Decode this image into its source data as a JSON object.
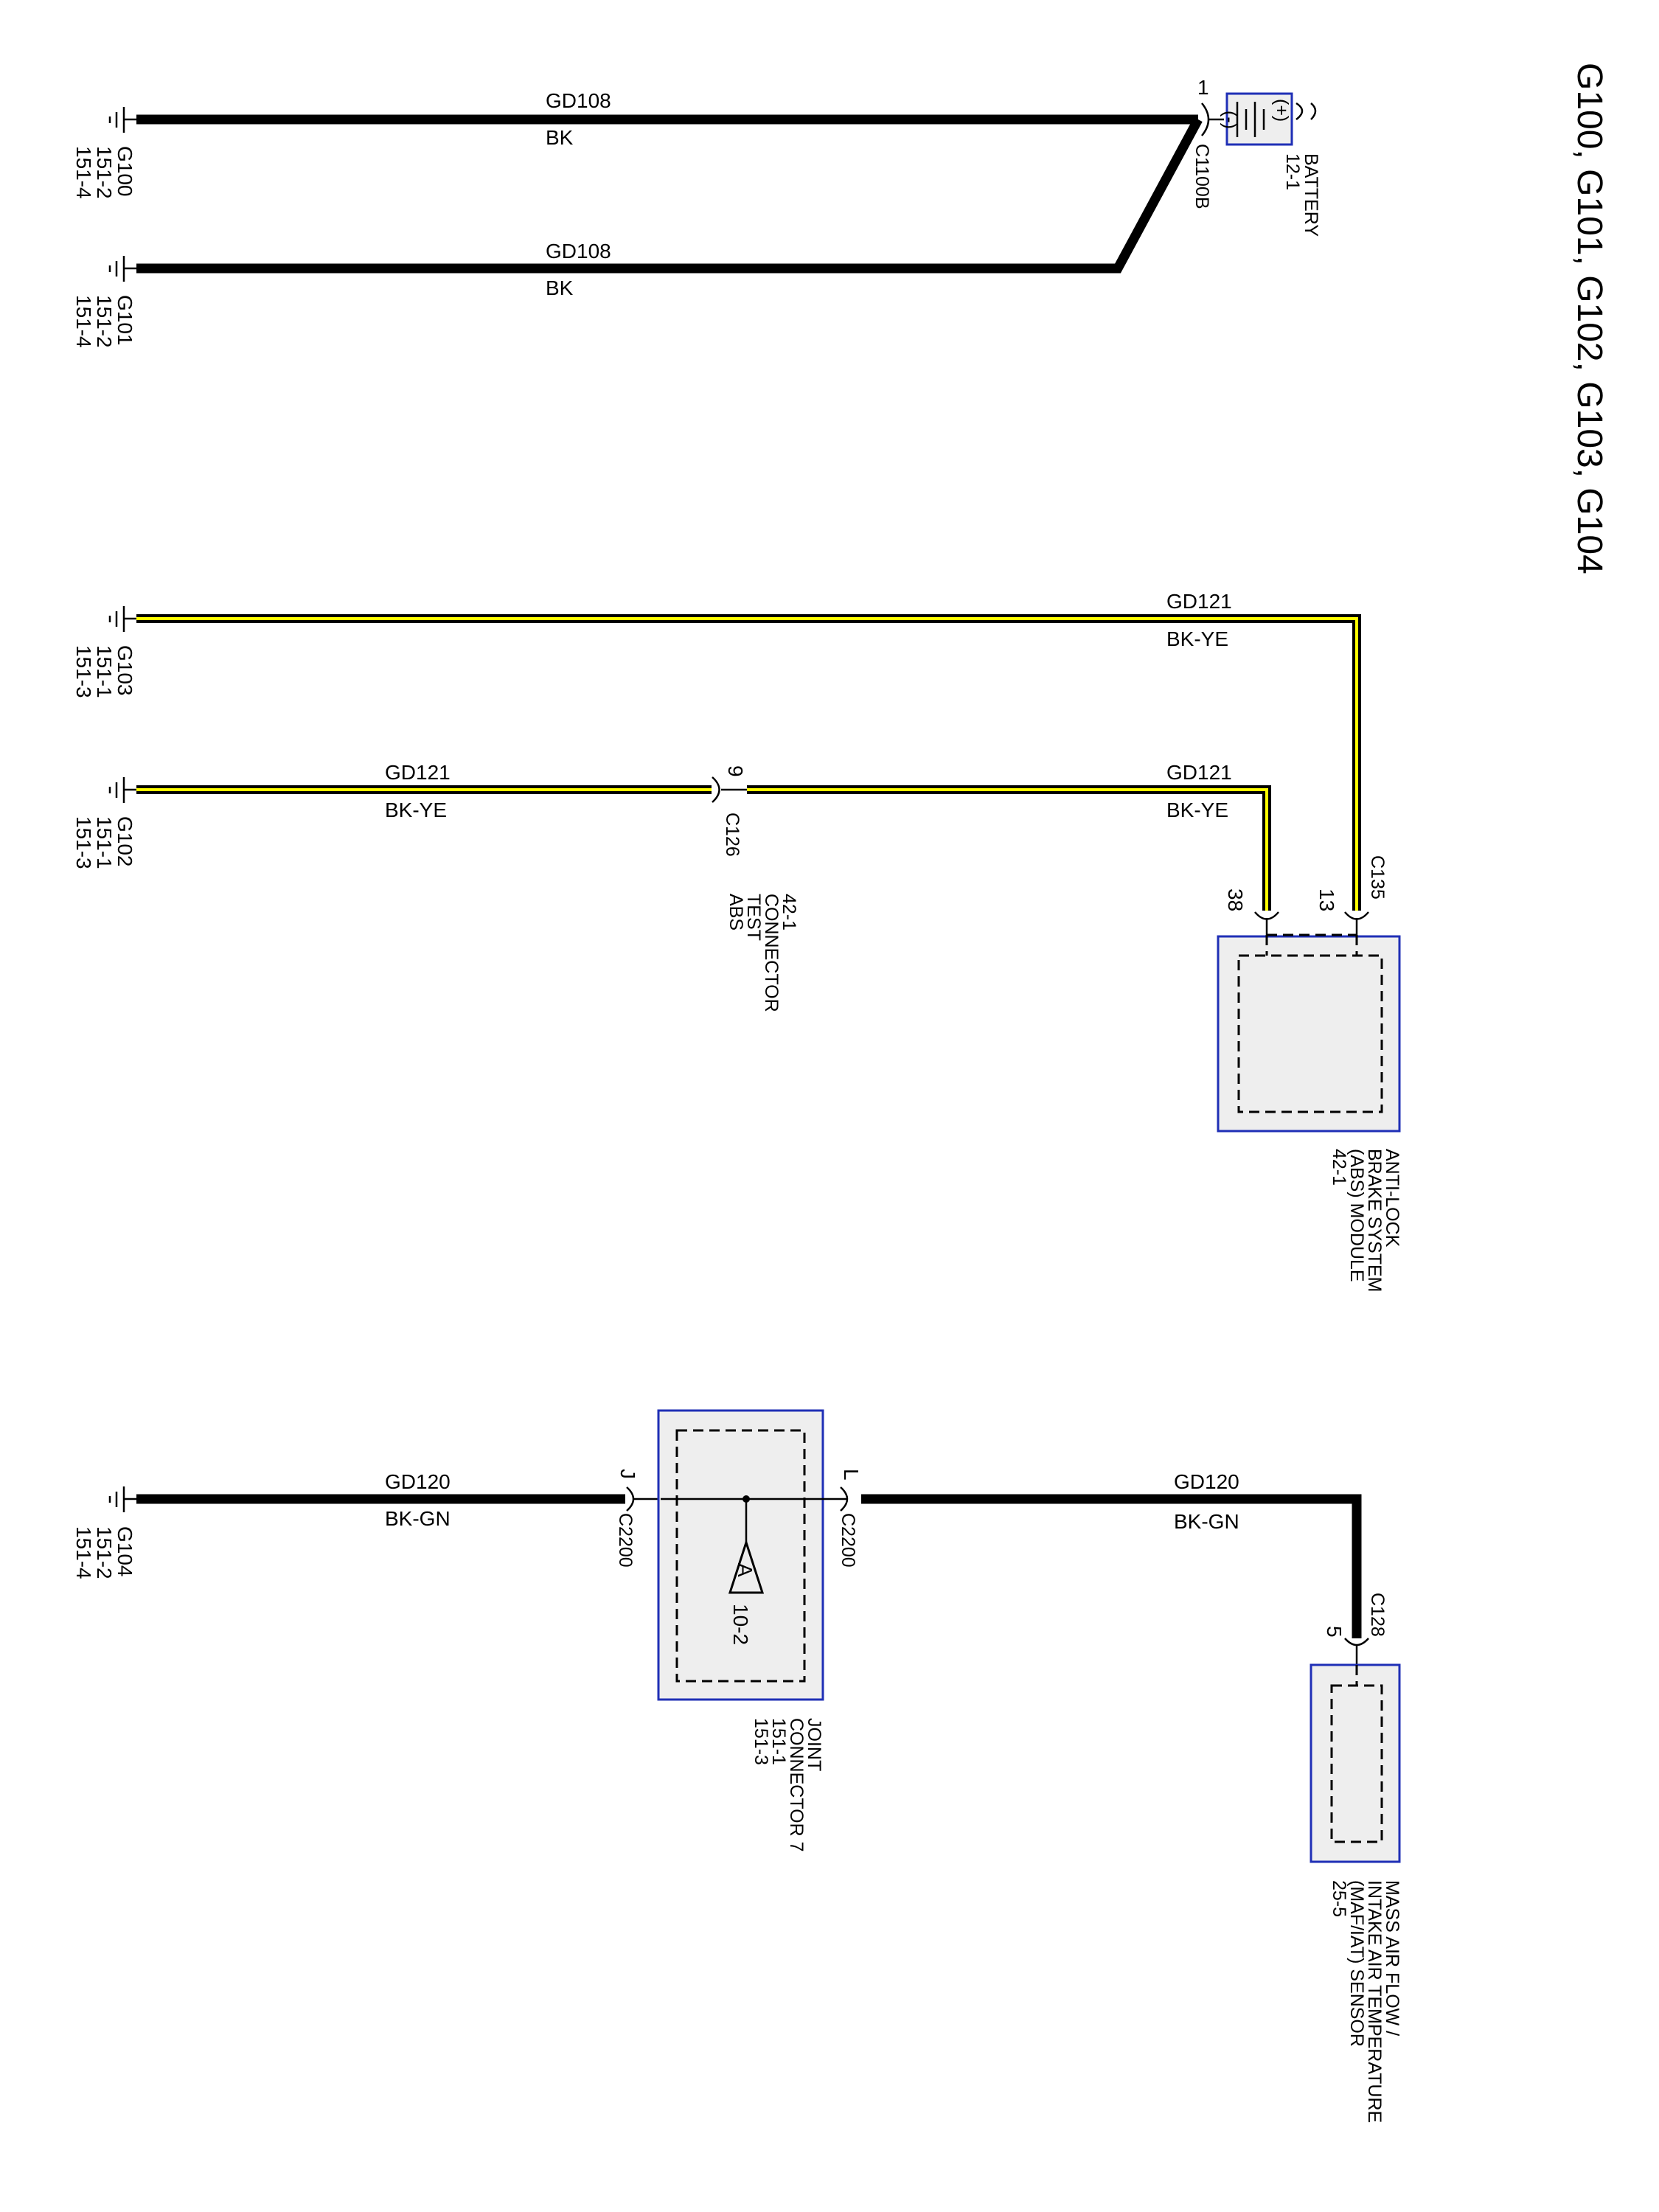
{
  "page_title": "G100, G101, G102, G103, G104",
  "grounds": {
    "g100": {
      "name": "G100",
      "ref1": "151-2",
      "ref2": "151-4"
    },
    "g101": {
      "name": "G101",
      "ref1": "151-2",
      "ref2": "151-4"
    },
    "g103": {
      "name": "G103",
      "ref1": "151-1",
      "ref2": "151-3"
    },
    "g102": {
      "name": "G102",
      "ref1": "151-1",
      "ref2": "151-3"
    },
    "g104": {
      "name": "G104",
      "ref1": "151-2",
      "ref2": "151-4"
    }
  },
  "wires": {
    "w1": {
      "circuit": "GD108",
      "color": "BK"
    },
    "w2": {
      "circuit": "GD108",
      "color": "BK"
    },
    "w3": {
      "circuit": "GD121",
      "color": "BK-YE"
    },
    "w4a": {
      "circuit": "GD121",
      "color": "BK-YE"
    },
    "w4b": {
      "circuit": "GD121",
      "color": "BK-YE"
    },
    "w5a": {
      "circuit": "GD120",
      "color": "BK-GN"
    },
    "w5b": {
      "circuit": "GD120",
      "color": "BK-GN"
    }
  },
  "connectors": {
    "c1100b": {
      "name": "C1100B",
      "pin": "1"
    },
    "c126": {
      "name": "C126",
      "pin": "9"
    },
    "c135": {
      "name": "C135",
      "pin_a": "38",
      "pin_b": "13"
    },
    "c2200_left": {
      "name": "C2200",
      "pin": "J"
    },
    "c2200_right": {
      "name": "C2200",
      "pin": "L"
    },
    "c128": {
      "name": "C128",
      "pin": "5"
    }
  },
  "components": {
    "battery": {
      "line1": "BATTERY",
      "line2": "12-1",
      "plus": "(+)",
      "minus": "(-)"
    },
    "abs_test": {
      "line1": "ABS",
      "line2": "TEST",
      "line3": "CONNECTOR",
      "line4": "42-1"
    },
    "abs_module": {
      "line1": "ANTI-LOCK",
      "line2": "BRAKE SYSTEM",
      "line3": "(ABS) MODULE",
      "line4": "42-1"
    },
    "joint": {
      "line1": "JOINT",
      "line2": "CONNECTOR 7",
      "line3": "151-1",
      "line4": "151-3",
      "splice_letter": "A",
      "splice_ref": "10-2"
    },
    "maf": {
      "line1": "MASS AIR FLOW /",
      "line2": "INTAKE AIR TEMPERATURE",
      "line3": "(MAF/IAT) SENSOR",
      "line4": "25-5"
    }
  },
  "colors": {
    "wire_black": "#000000",
    "wire_yellow": "#ffff00",
    "component_border": "#1f2fb6",
    "component_fill": "#eeeeee"
  }
}
